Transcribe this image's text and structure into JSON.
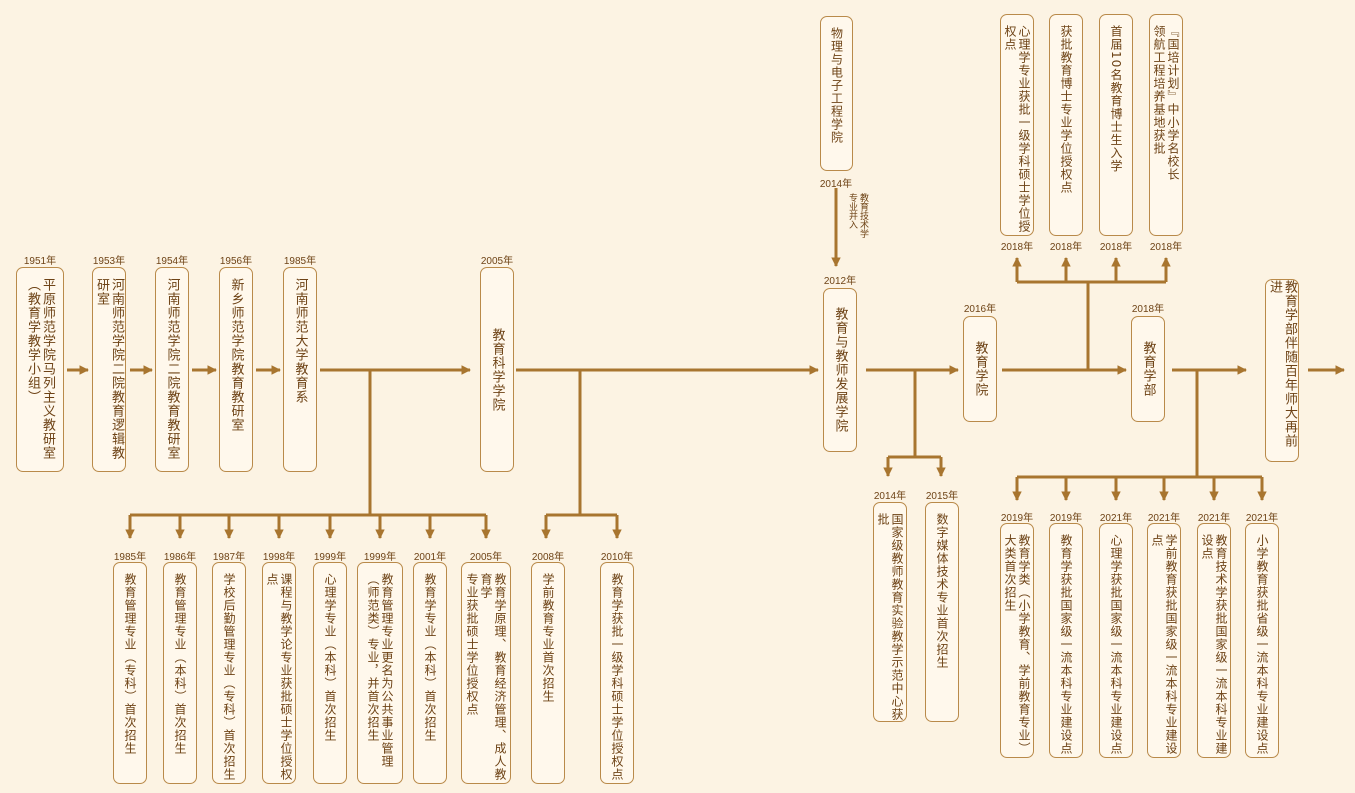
{
  "main": [
    {
      "year": "1951年",
      "label": "平原师范学院马列主义教研室\n（教育学教学小组）"
    },
    {
      "year": "1953年",
      "label": "河南师范学院二院教育逻辑教研室"
    },
    {
      "year": "1954年",
      "label": "河南师范学院二院教育教研室"
    },
    {
      "year": "1956年",
      "label": "新乡师范学院教育教研室"
    },
    {
      "year": "1985年",
      "label": "河南师范大学教育系"
    },
    {
      "year": "2005年",
      "label": "教育科学学院"
    },
    {
      "year": "2012年",
      "label": "教育与教师发展学院"
    },
    {
      "year": "2016年",
      "label": "教育学院"
    },
    {
      "year": "2018年",
      "label": "教育学部"
    },
    {
      "year": "",
      "label": "教育学部伴随百年师大再前进"
    }
  ],
  "top_events": [
    {
      "year": "2014年",
      "label": "物理与电子工程学院",
      "note": "教育技术学\n专业并入"
    },
    {
      "year": "2018年",
      "label": "心理学专业获批一级学科硕士学位授权点"
    },
    {
      "year": "2018年",
      "label": "获批教育博士专业学位授权点"
    },
    {
      "year": "2018年",
      "label": "首届10名教育博士生入学"
    },
    {
      "year": "2018年",
      "label": "『国培计划』中小学名校长\n领航工程培养基地获批"
    }
  ],
  "bottom_events": [
    {
      "year": "1985年",
      "label": "教育管理专业（专科）首次招生"
    },
    {
      "year": "1986年",
      "label": "教育管理专业（本科）首次招生"
    },
    {
      "year": "1987年",
      "label": "学校后勤管理专业（专科）首次招生"
    },
    {
      "year": "1998年",
      "label": "课程与教学论专业获批硕士学位授权点"
    },
    {
      "year": "1999年",
      "label": "心理学专业（本科）首次招生"
    },
    {
      "year": "1999年",
      "label": "教育管理专业更名为公共事业管理\n（师范类）专业，并首次招生"
    },
    {
      "year": "2001年",
      "label": "教育学专业（本科）首次招生"
    },
    {
      "year": "2005年",
      "label": "教育学原理、教育经济管理、成人教育学\n专业获批硕士学位授权点"
    },
    {
      "year": "2008年",
      "label": "学前教育专业首次招生"
    },
    {
      "year": "2010年",
      "label": "教育学获批一级学科硕士学位授权点"
    },
    {
      "year": "2014年",
      "label": "国家级教师教育实验教学示范中心获批"
    },
    {
      "year": "2015年",
      "label": "数字媒体技术专业首次招生"
    },
    {
      "year": "2019年",
      "label": "教育学类（小学教育、学前教育专业）\n大类首次招生"
    },
    {
      "year": "2019年",
      "label": "教育学获批国家级一流本科专业建设点"
    },
    {
      "year": "2021年",
      "label": "心理学获批国家级一流本科专业建设点"
    },
    {
      "year": "2021年",
      "label": "学前教育获批国家级一流本科专业建设点"
    },
    {
      "year": "2021年",
      "label": "教育技术学获批国家级一流本科专业建设点"
    },
    {
      "year": "2021年",
      "label": "小学教育获批省级一流本科专业建设点"
    }
  ],
  "colors": {
    "line": "#a8752f",
    "border": "#b98a4a",
    "background": "#fcf3e3",
    "box": "#fff8ec",
    "text": "#6e4316"
  }
}
